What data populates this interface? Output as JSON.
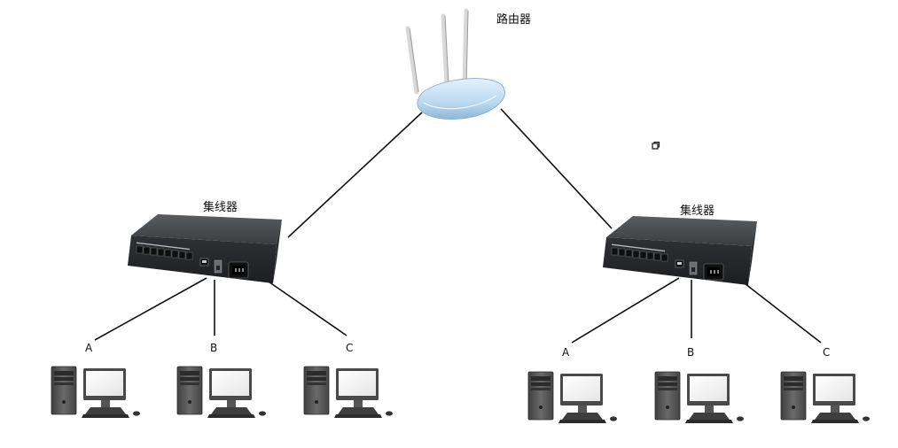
{
  "router": {
    "label": "路由器"
  },
  "hub_left": {
    "label": "集线器",
    "ports": [
      {
        "label": "A"
      },
      {
        "label": "B"
      },
      {
        "label": "C"
      }
    ]
  },
  "hub_right": {
    "label": "集线器",
    "ports": [
      {
        "label": "A"
      },
      {
        "label": "B"
      },
      {
        "label": "C"
      }
    ]
  },
  "colors": {
    "background": "#ffffff",
    "line": "#111111",
    "router_body": "#c7e0f5",
    "hub_body": "#3b3d40",
    "pc_tower": "#5c5c5c",
    "monitor_screen": "#f5f5f5"
  },
  "icons": [
    "router-icon",
    "hub-icon",
    "computer-icon",
    "window-restore-icon"
  ]
}
